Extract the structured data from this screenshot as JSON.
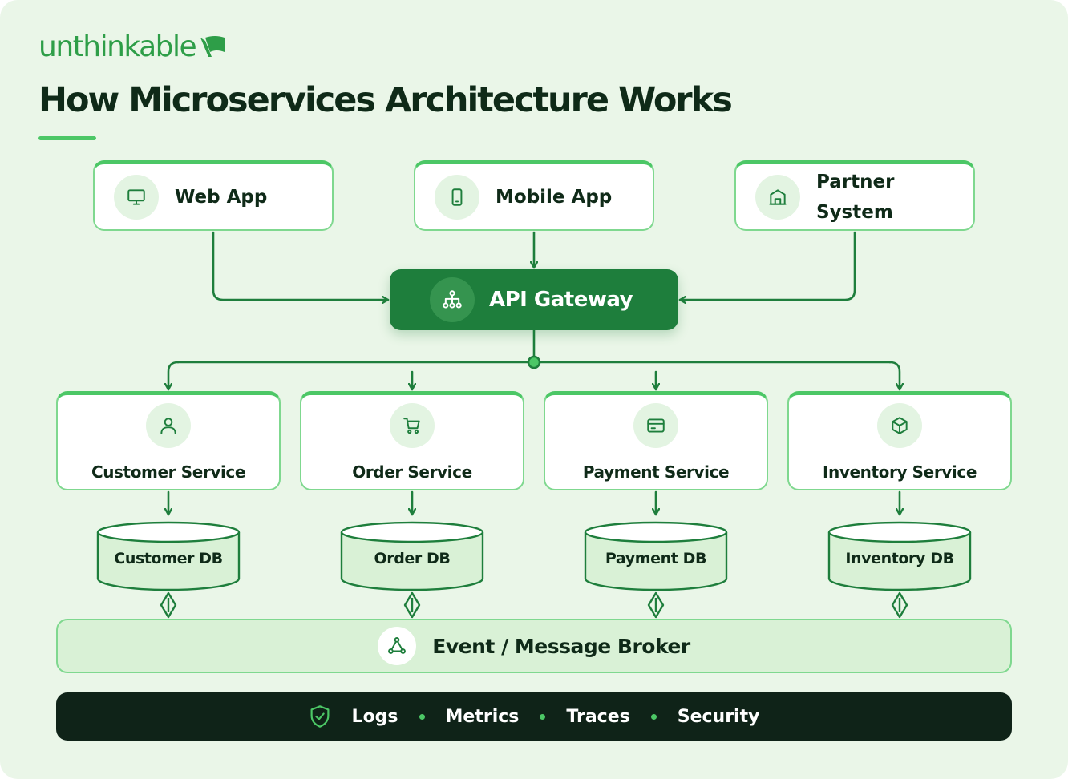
{
  "brand": {
    "name": "unthinkable"
  },
  "title": "How Microservices Architecture Works",
  "clients": [
    {
      "label": "Web App",
      "icon": "monitor-icon"
    },
    {
      "label": "Mobile App",
      "icon": "smartphone-icon"
    },
    {
      "label": "Partner System",
      "icon": "building-icon"
    }
  ],
  "gateway": {
    "label": "API Gateway",
    "icon": "hierarchy-icon"
  },
  "services": [
    {
      "label": "Customer Service",
      "icon": "user-icon",
      "db": "Customer DB"
    },
    {
      "label": "Order Service",
      "icon": "cart-icon",
      "db": "Order DB"
    },
    {
      "label": "Payment Service",
      "icon": "credit-card-icon",
      "db": "Payment DB"
    },
    {
      "label": "Inventory Service",
      "icon": "box-icon",
      "db": "Inventory DB"
    }
  ],
  "broker": {
    "label": "Event / Message Broker",
    "icon": "network-icon"
  },
  "observability": {
    "icon": "shield-check-icon",
    "items": [
      "Logs",
      "Metrics",
      "Traces",
      "Security"
    ]
  },
  "colors": {
    "background": "#eaf6e8",
    "primary_green": "#1e7e3c",
    "accent_green": "#4cc766",
    "border_green": "#7fd88f",
    "dark": "#0f2318"
  }
}
